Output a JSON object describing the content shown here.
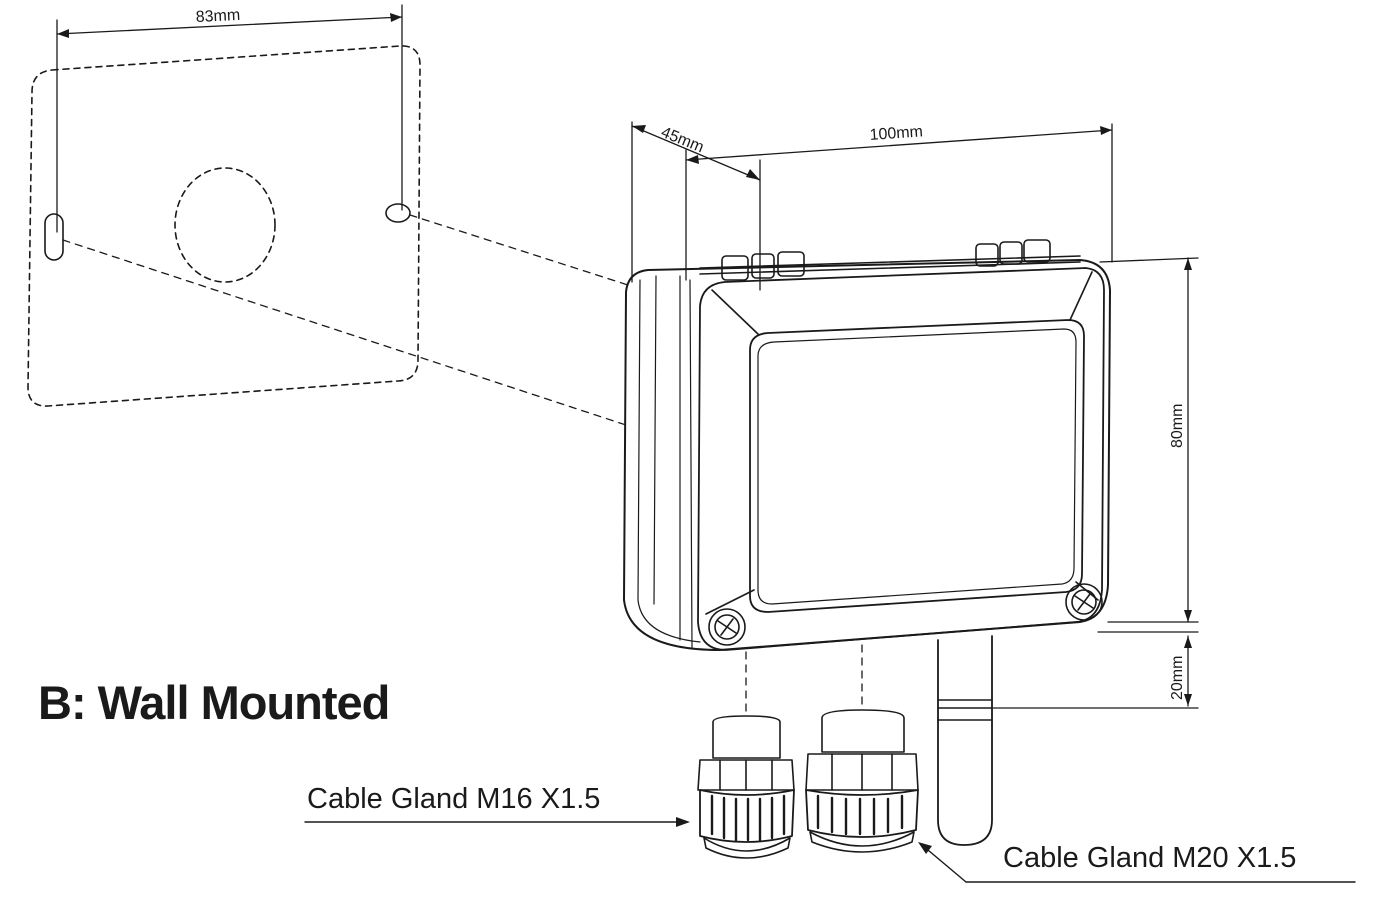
{
  "diagram": {
    "title": "B: Wall Mounted",
    "dimensions": {
      "hole_spacing": "83mm",
      "depth": "45mm",
      "width": "100mm",
      "height": "80mm",
      "probe_length": "20mm"
    },
    "callouts": {
      "gland_small": "Cable Gland M16 X1.5",
      "gland_large": "Cable Gland M20 X1.5"
    },
    "colors": {
      "line": "#1a1a1a",
      "background": "#ffffff"
    }
  }
}
